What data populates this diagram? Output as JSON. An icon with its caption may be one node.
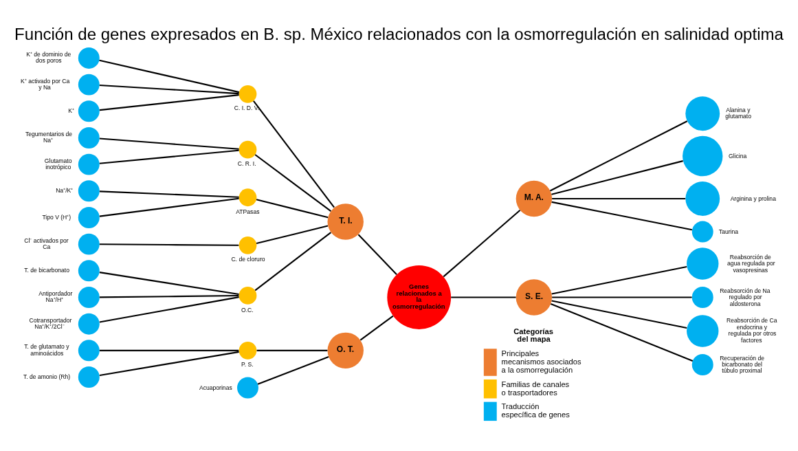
{
  "diagram": {
    "title": "Función de genes expresados en B. sp. México relacionados con la osmorregulación en salinidad optima",
    "nodes": [
      {
        "text": [
          "Genes relacionados a la osmorregulación"
        ]
      },
      {
        "text": [
          "T. I."
        ]
      },
      {
        "text": [],
        "shape": "circle",
        "beside": [
          "C. I. D. V."
        ]
      },
      {
        "text": [],
        "shape": "circle",
        "beside": [
          "K⁺ de dominio de dos poros"
        ]
      },
      {
        "text": [],
        "shape": "circle",
        "beside": [
          "K⁺ activado por Ca y Na"
        ]
      },
      {
        "text": [],
        "shape": "circle",
        "beside": [
          "K⁺"
        ]
      },
      {
        "text": [],
        "shape": "circle",
        "beside": [
          "C. R. I."
        ]
      },
      {
        "text": [],
        "shape": "circle",
        "beside": [
          "Tegumentarios de Na⁺"
        ]
      },
      {
        "text": [],
        "shape": "circle",
        "beside": [
          "Glutamato inotrópico"
        ]
      },
      {
        "text": [],
        "shape": "circle",
        "beside": [
          "ATPasas"
        ]
      },
      {
        "text": [],
        "shape": "circle",
        "beside": [
          "Na⁺/K⁺"
        ]
      },
      {
        "text": [],
        "shape": "circle",
        "beside": [
          "Tipo V (H⁺)"
        ]
      },
      {
        "text": [],
        "shape": "circle",
        "beside": [
          "C. de cloruro"
        ]
      },
      {
        "text": [],
        "shape": "circle",
        "beside": [
          "Cl⁻ activados por Ca"
        ]
      },
      {
        "text": [],
        "shape": "circle",
        "beside": [
          "O.C."
        ]
      },
      {
        "text": [],
        "shape": "circle",
        "beside": [
          "T. de bicarbonato"
        ]
      },
      {
        "text": [],
        "shape": "circle",
        "beside": [
          "Antipordador Na⁺/H⁺"
        ]
      },
      {
        "text": [],
        "shape": "circle",
        "beside": [
          "Cotransportador Na⁺/K⁺/2Cl⁻"
        ]
      },
      {
        "text": [
          "O. T."
        ]
      },
      {
        "text": [],
        "shape": "circle",
        "beside": [
          "P. S."
        ]
      },
      {
        "text": [],
        "shape": "circle",
        "beside": [
          "T. de glutamato y aminoácidos"
        ]
      },
      {
        "text": [],
        "shape": "circle",
        "beside": [
          "T. de amonio (Rh)"
        ]
      },
      {
        "text": [],
        "shape": "circle",
        "beside": [
          "Acuaporinas"
        ]
      },
      {
        "text": [
          "M. A."
        ]
      },
      {
        "text": [],
        "shape": "circle",
        "beside": [
          "Alanina y glutamato"
        ]
      },
      {
        "text": [],
        "shape": "circle",
        "beside": [
          "Glicina"
        ]
      },
      {
        "text": [],
        "shape": "circle",
        "beside": [
          "Arginina y prolina"
        ]
      },
      {
        "text": [],
        "shape": "circle",
        "beside": [
          "Taurina"
        ]
      },
      {
        "text": [
          "S. E."
        ]
      },
      {
        "text": [],
        "shape": "circle",
        "beside": [
          "Reabsorción de agua regulada por vasopresinas"
        ]
      },
      {
        "text": [],
        "shape": "circle",
        "beside": [
          "Reabsorción de Na regulado por aldosterona"
        ]
      },
      {
        "text": [],
        "shape": "circle",
        "beside": [
          "Reabsorción de Ca endocrina y regulada por otros factores"
        ]
      },
      {
        "text": [],
        "shape": "circle",
        "beside": [
          "Recuperación de bicarbonato del túbulo proximal"
        ]
      }
    ],
    "edges": [
      {
        "from": 0,
        "to": 1,
        "arrow": "none"
      },
      {
        "from": 1,
        "to": 2,
        "arrow": "none"
      },
      {
        "from": 2,
        "to": 3,
        "arrow": "none"
      },
      {
        "from": 2,
        "to": 4,
        "arrow": "none"
      },
      {
        "from": 2,
        "to": 5,
        "arrow": "none"
      },
      {
        "from": 1,
        "to": 6,
        "arrow": "none"
      },
      {
        "from": 6,
        "to": 7,
        "arrow": "none"
      },
      {
        "from": 6,
        "to": 8,
        "arrow": "none"
      },
      {
        "from": 1,
        "to": 9,
        "arrow": "none"
      },
      {
        "from": 9,
        "to": 10,
        "arrow": "none"
      },
      {
        "from": 9,
        "to": 11,
        "arrow": "none"
      },
      {
        "from": 1,
        "to": 12,
        "arrow": "none"
      },
      {
        "from": 12,
        "to": 13,
        "arrow": "none"
      },
      {
        "from": 1,
        "to": 14,
        "arrow": "none"
      },
      {
        "from": 14,
        "to": 15,
        "arrow": "none"
      },
      {
        "from": 14,
        "to": 16,
        "arrow": "none"
      },
      {
        "from": 14,
        "to": 17,
        "arrow": "none"
      },
      {
        "from": 0,
        "to": 18,
        "arrow": "none"
      },
      {
        "from": 18,
        "to": 19,
        "arrow": "none"
      },
      {
        "from": 19,
        "to": 20,
        "arrow": "none"
      },
      {
        "from": 19,
        "to": 21,
        "arrow": "none"
      },
      {
        "from": 18,
        "to": 22,
        "arrow": "none"
      },
      {
        "from": 0,
        "to": 23,
        "arrow": "none"
      },
      {
        "from": 23,
        "to": 24,
        "arrow": "none"
      },
      {
        "from": 23,
        "to": 25,
        "arrow": "none"
      },
      {
        "from": 23,
        "to": 26,
        "arrow": "none"
      },
      {
        "from": 23,
        "to": 27,
        "arrow": "none"
      },
      {
        "from": 0,
        "to": 28,
        "arrow": "none"
      },
      {
        "from": 28,
        "to": 29,
        "arrow": "none"
      },
      {
        "from": 28,
        "to": 30,
        "arrow": "none"
      },
      {
        "from": 28,
        "to": 31,
        "arrow": "none"
      },
      {
        "from": 28,
        "to": 32,
        "arrow": "none"
      }
    ],
    "labels": [
      "Categorías del mapa"
    ],
    "legend": [
      {
        "text": "Principales mecanismos asociados a la osmorregulación",
        "color": "#ed7d31"
      },
      {
        "text": "Familias de canales o trasportadores",
        "color": "#ffc000"
      },
      {
        "text": "Traducción específica de genes",
        "color": "#00b0f0"
      }
    ]
  }
}
